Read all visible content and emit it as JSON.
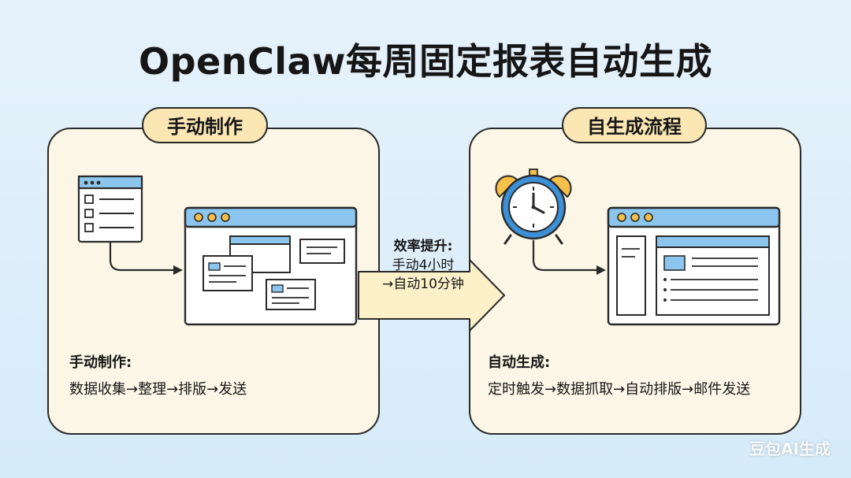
{
  "title": "OpenClaw每周固定报表自动生成",
  "left_panel": {
    "label": "手动制作",
    "caption_title": "手动制作:",
    "caption_steps": "数据收集→整理→排版→发送"
  },
  "right_panel": {
    "label": "自生成流程",
    "caption_title": "自动生成:",
    "caption_steps": "定时触发→数据抓取→自动排版→邮件发送"
  },
  "center_arrow": {
    "heading": "效率提升:",
    "line1": "手动4小时",
    "line2": "→自动10分钟"
  },
  "watermark": "豆包AI生成",
  "colors": {
    "background": "#dcedf9",
    "panel_fill": "#fbf6e6",
    "pill_fill": "#fbe7b4",
    "window_bar": "#8cc6ee",
    "dots": "#f6c04b",
    "arrow_fill": "#fbf0c8",
    "clock_ring": "#3d8fd6"
  }
}
